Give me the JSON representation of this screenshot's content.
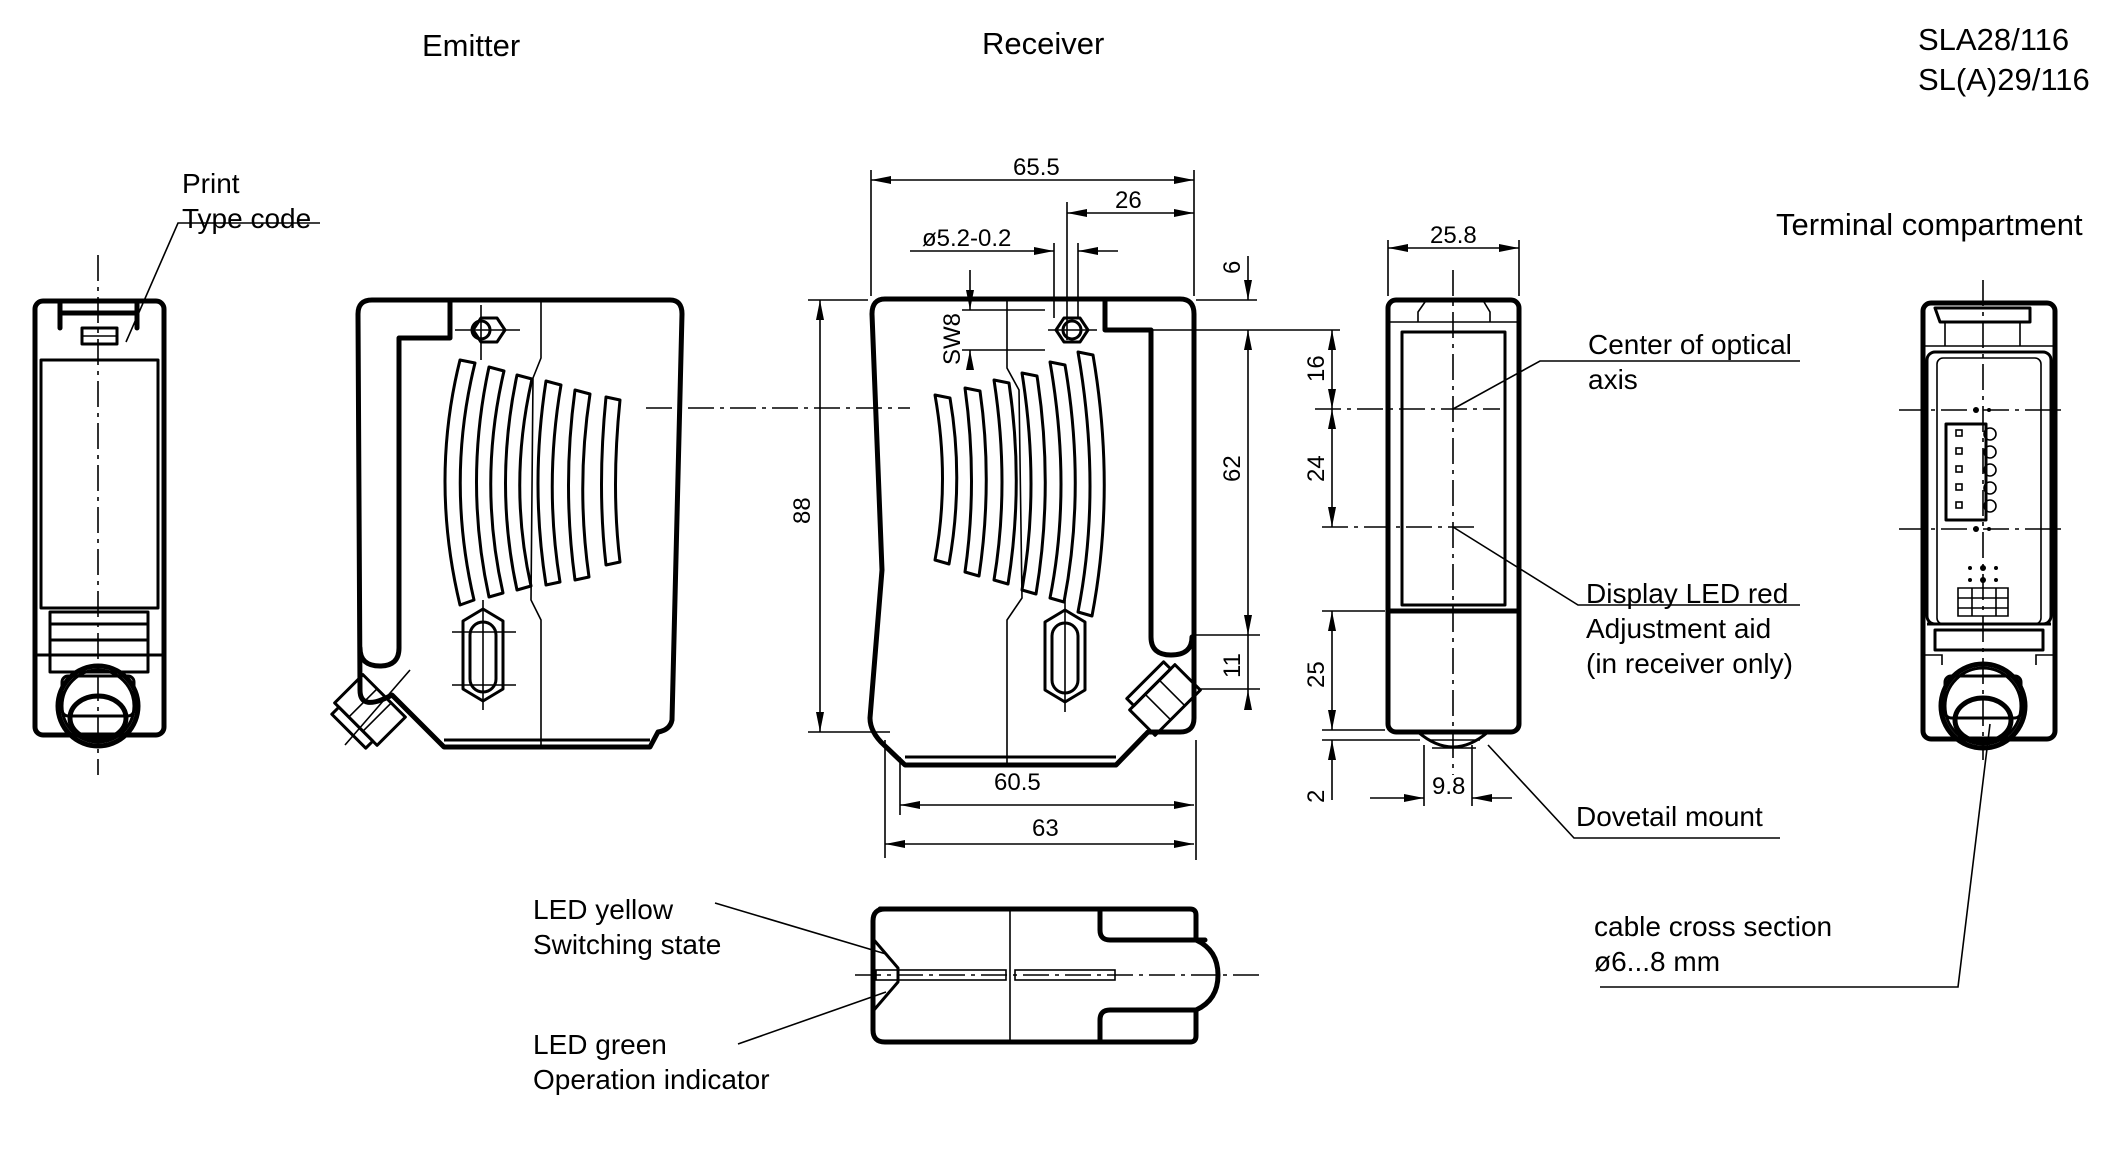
{
  "titles": {
    "emitter": "Emitter",
    "receiver": "Receiver",
    "model_line_1": "SLA28/116",
    "model_line_2": "SL(A)29/116",
    "terminal_compartment": "Terminal compartment"
  },
  "callouts": {
    "print_line_1": "Print",
    "print_line_2": "Type code",
    "optical_axis_line_1": "Center of optical",
    "optical_axis_line_2": "axis",
    "display_led_line_1": "Display LED red",
    "display_led_line_2": "Adjustment aid",
    "display_led_line_3": "(in receiver only)",
    "dovetail": "Dovetail mount",
    "led_yellow_line_1": "LED yellow",
    "led_yellow_line_2": "Switching state",
    "led_green_line_1": "LED green",
    "led_green_line_2": "Operation indicator",
    "cable_line_1": "cable cross section",
    "cable_line_2": "ø6...8 mm"
  },
  "dimensions": {
    "receiver_total_width": "65.5",
    "receiver_nut_offset": "26",
    "receiver_hole_diameter": "ø5.2-0.2",
    "receiver_wrench_size": "SW8",
    "receiver_top_offset": "6",
    "receiver_height": "88",
    "receiver_slot_length": "62",
    "receiver_slot_bottom": "11",
    "receiver_base_inner": "60.5",
    "receiver_base_outer": "63",
    "side_width": "25.8",
    "side_axis_top": "16",
    "side_axis_spacing": "24",
    "side_lower_section": "25",
    "side_dovetail_height": "2",
    "side_dovetail_width": "9.8"
  }
}
